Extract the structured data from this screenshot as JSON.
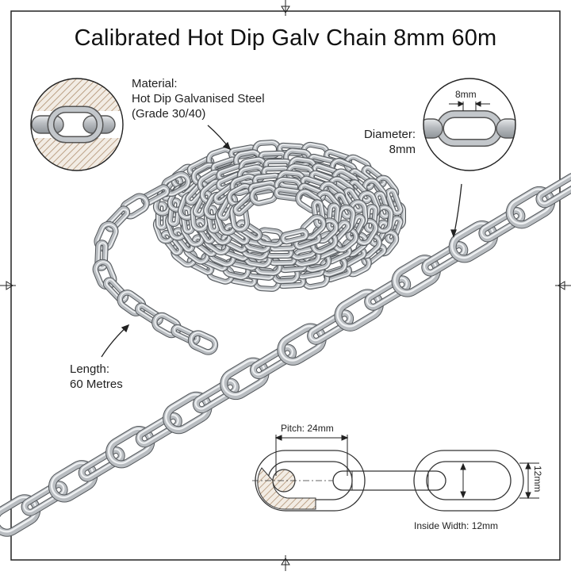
{
  "title": "Calibrated Hot Dip Galv Chain 8mm 60m",
  "material": {
    "heading": "Material:",
    "line1": "Hot Dip Galvanised Steel",
    "line2": "(Grade 30/40)"
  },
  "diameter": {
    "heading": "Diameter:",
    "value": "8mm",
    "detail_label": "8mm"
  },
  "length": {
    "heading": "Length:",
    "value": "60 Metres"
  },
  "pitch": {
    "label": "Pitch: 24mm"
  },
  "inside_width": {
    "label": "Inside Width: 12mm",
    "dim_label": "12mm"
  },
  "colors": {
    "frame": "#222222",
    "chain_fill": "#b9bdc1",
    "chain_stroke": "#55595d",
    "hatch": "#c9a98a"
  }
}
